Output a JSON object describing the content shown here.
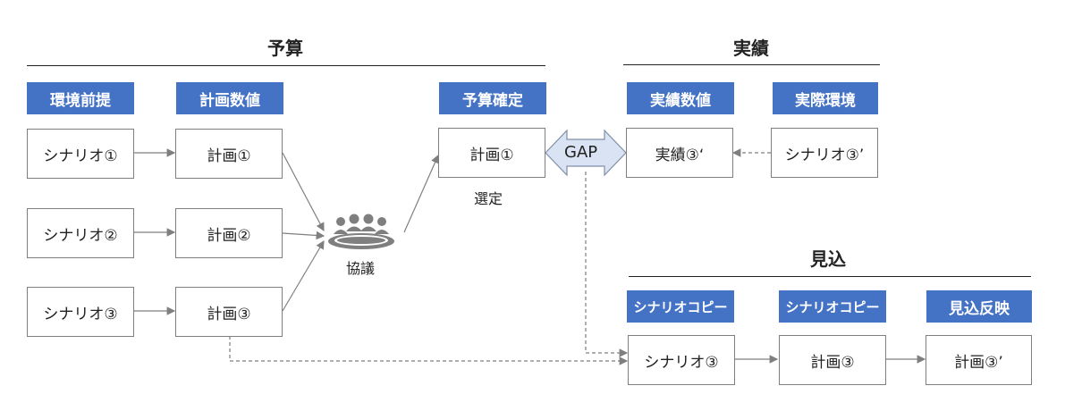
{
  "sections": {
    "budget": "予算",
    "actual": "実績",
    "forecast": "見込"
  },
  "headers": {
    "env_premise": "環境前提",
    "plan_values": "計画数値",
    "budget_confirm": "予算確定",
    "actual_values": "実績数値",
    "actual_env": "実際環境",
    "scenario_copy_1": "シナリオコピー",
    "scenario_copy_2": "シナリオコピー",
    "forecast_reflect": "見込反映"
  },
  "boxes": {
    "scenario1": "シナリオ①",
    "scenario2": "シナリオ②",
    "scenario3": "シナリオ③",
    "plan1": "計画①",
    "plan2": "計画②",
    "plan3": "計画③",
    "budget_plan": "計画①",
    "actual3": "実績③‘",
    "actual_scenario3": "シナリオ③’",
    "fc_scenario3": "シナリオ③",
    "fc_plan3": "計画③",
    "fc_plan3p": "計画③’"
  },
  "labels": {
    "meeting": "協議",
    "selection": "選定",
    "gap": "GAP"
  },
  "icons": {
    "meeting": "meeting-people-icon"
  },
  "colors": {
    "header_bg": "#4472c4",
    "gap_fill": "#dae3f3",
    "gap_stroke": "#7f8fa6",
    "arrow": "#7f7f7f"
  }
}
